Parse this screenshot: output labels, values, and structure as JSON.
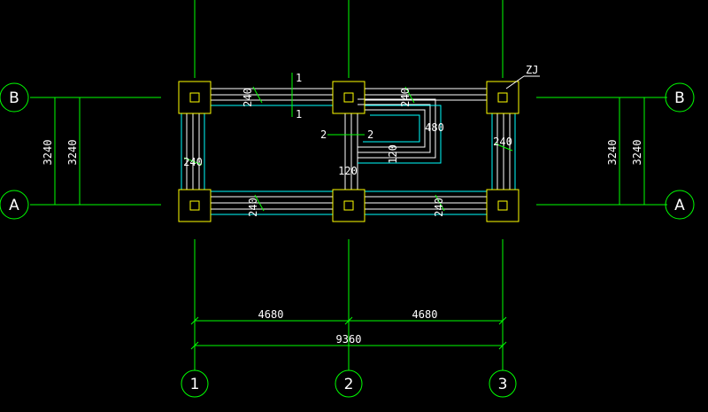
{
  "drawing": {
    "colors": {
      "background": "#000000",
      "grid_line": "#00ff00",
      "column": "#ffff00",
      "wall": "#ffffff",
      "wall_outline": "#00ffff",
      "text": "#ffffff"
    },
    "axes": {
      "rows": [
        "B",
        "A"
      ],
      "cols": [
        "1",
        "2",
        "3"
      ]
    },
    "dimensions": {
      "span_1_2": "4680",
      "span_2_3": "4680",
      "total": "9360",
      "left_outer": "3240",
      "left_inner": "3240",
      "right_inner": "3240",
      "right_outer": "3240"
    },
    "wall_labels": {
      "top_left": "240",
      "top_right": "240",
      "bottom_left": "240",
      "bottom_right": "240",
      "left": "240",
      "right": "240",
      "mid_120": "120",
      "inner_120": "120",
      "inner_480": "480"
    },
    "section_marks": {
      "top": "1",
      "bottom": "1",
      "left": "2",
      "right": "2"
    },
    "column_tag": "ZJ"
  }
}
